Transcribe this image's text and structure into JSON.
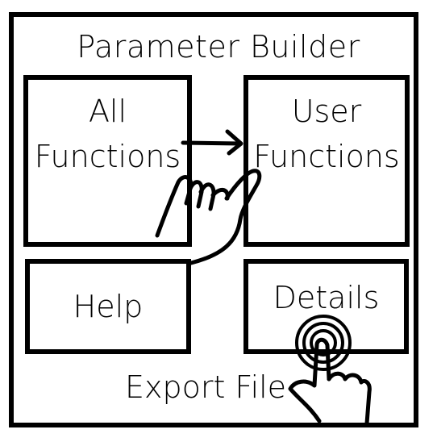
{
  "window": {
    "title": "Parameter Builder"
  },
  "panels": {
    "all_functions": {
      "line1": "All",
      "line2": "Functions"
    },
    "user_functions": {
      "line1": "User",
      "line2": "Functions"
    },
    "help": {
      "label": "Help"
    },
    "details": {
      "label": "Details"
    }
  },
  "actions": {
    "export_label": "Export File"
  },
  "icons": {
    "drag_arrow": "arrow-right-icon",
    "drag_hand": "pointing-hand-icon",
    "tap_hand": "tap-hand-icon"
  }
}
